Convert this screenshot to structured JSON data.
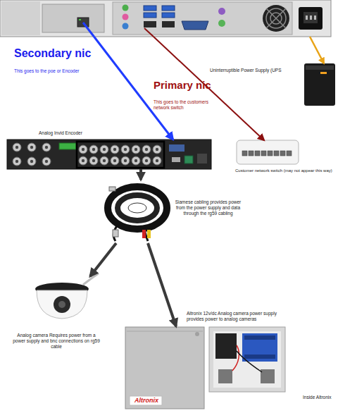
{
  "diagram": {
    "nodes": [
      {
        "text": []
      },
      {
        "text": [
          "Uninterruptible Power Supply (UPS"
        ]
      },
      {
        "text": [
          "Analog Invid Encoder"
        ]
      },
      {
        "text": [
          "Customer network switch (may not appear this way)"
        ]
      },
      {
        "text": [
          "Siamese cabling provides power from the power supply and data through the rg59 cabling"
        ]
      },
      {
        "text": [
          "Analog camera Requires power from a power supply and bnc connections on rg59 cable"
        ]
      },
      {
        "text": [
          "Altronix 12v/dc Analog camera power supply provides power to analog cameras",
          "Inside Altronix"
        ]
      }
    ],
    "edges": [
      {
        "from": 0,
        "to": 2,
        "arrow": "to",
        "label": "Secondary nic"
      },
      {
        "from": 0,
        "to": 3,
        "arrow": "to",
        "label": "Primary nic"
      },
      {
        "from": 0,
        "to": 1,
        "arrow": "to"
      },
      {
        "from": 2,
        "to": 4,
        "arrow": "to"
      },
      {
        "from": 4,
        "to": 5,
        "arrow": "to"
      },
      {
        "from": 4,
        "to": 6,
        "arrow": "to"
      }
    ],
    "labels": [
      "This goes to the poe or Encoder",
      "This goes to the customers network switch",
      "Altronix"
    ]
  }
}
